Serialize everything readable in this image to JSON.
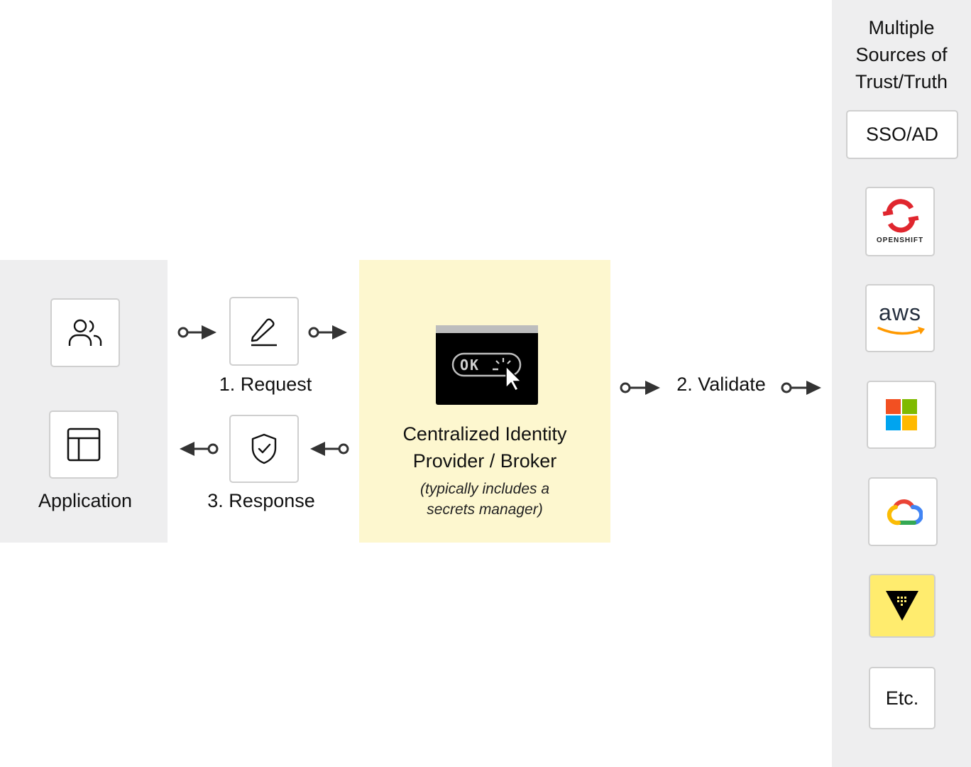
{
  "application": {
    "label": "Application",
    "icons": [
      "users-icon",
      "layout-icon"
    ]
  },
  "flow": {
    "request_label": "1. Request",
    "response_label": "3. Response",
    "validate_label": "2. Validate",
    "icons": [
      "pencil-icon",
      "shield-check-icon",
      "arrow-right-icon",
      "arrow-left-icon"
    ]
  },
  "idp": {
    "title_line1": "Centralized Identity",
    "title_line2": "Provider / Broker",
    "subtitle_line1": "(typically includes a",
    "subtitle_line2": "secrets manager)",
    "button_text": "OK",
    "icon": "terminal-ok-cursor-icon"
  },
  "sources": {
    "title_line1": "Multiple",
    "title_line2": "Sources of",
    "title_line3": "Trust/Truth",
    "sso_label": "SSO/AD",
    "openshift_label": "OPENSHIFT",
    "aws_label": "aws",
    "etc_label": "Etc.",
    "icons": [
      "openshift-logo",
      "aws-logo",
      "microsoft-logo",
      "google-cloud-logo",
      "vault-logo"
    ]
  },
  "colors": {
    "panel_gray": "#eeeeef",
    "panel_yellow": "#fdf7cf",
    "vault_yellow": "#ffec6e",
    "openshift_red": "#e0262e",
    "aws_orange": "#ff9900",
    "ms_red": "#f25022",
    "ms_green": "#7fba00",
    "ms_blue": "#00a4ef",
    "ms_yellow": "#ffb900"
  }
}
